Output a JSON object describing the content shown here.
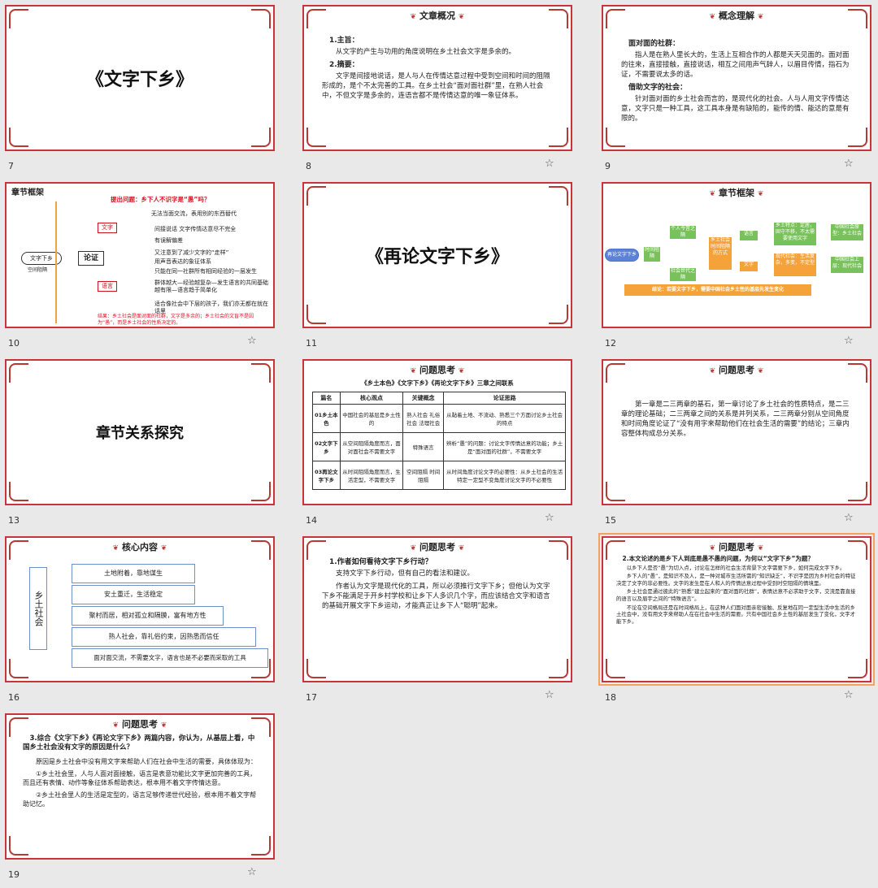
{
  "slides": [
    {
      "num": "7",
      "title": "《文字下乡》"
    },
    {
      "num": "8",
      "header": "文章概况",
      "h1": "1.主旨：",
      "p1": "从文字的产生与功用的角度说明在乡土社会文字是多余的。",
      "h2": "2.摘要：",
      "p2": "文字是间接地说话，是人与人在传情达意过程中受到空间和时间的阻隔形成的，是个不太完善的工具。在乡土社会“面对面社群”里，在熟人社会中，不但文字是多余的，连语言都不是传情达意的唯一象征体系。"
    },
    {
      "num": "9",
      "header": "概念理解",
      "h1": "面对面的社群：",
      "p1": "指人是在熟人里长大的，生活上互相合作的人都是天天见面的。面对面的往来，直接接触，直接说话，相互之间用声气辞人，以眉目传情，指石为证，不需要说太多的话。",
      "h2": "借助文字的社会：",
      "p2": "针对面对面的乡土社会而言的，是现代化的社会。人与人用文字传情达意，文字只是一种工具，这工具本身是有缺陷的，能传的情、能达的意是有限的。"
    },
    {
      "num": "10",
      "header": "章节框架",
      "question": "提出问题：乡下人不识字是“愚”吗？",
      "root": "文字下乡",
      "root_sub": "空间阻隔",
      "center": "论证",
      "b1": "文字",
      "b2": "语言",
      "l1": "无法当面交流，表用别的东西替代",
      "l2": "间接说话 文字传情达意尽不完全",
      "l3": "有误解偏差",
      "l4": "又注意到了减少文字的“走样”",
      "l5": "用声音表达的象征体系",
      "l6": "只能在同一社群所有相同经验的一层发生",
      "l7": "群体越大—经验越复杂—发生语言的共同基础越有限—语言趋于简单化",
      "l8": "适合像社会中下层的孩子，我们亦无都在就在话里",
      "conclusion": "结果：乡土社会是面对面的社群，文字是多余的；乡土社会的文盲不是因为“愚”，而是乡土社会的性质决定的。"
    },
    {
      "num": "11",
      "title": "《再论文字下乡》"
    },
    {
      "num": "12",
      "header": "章节框架",
      "start": "再论文字下乡",
      "n1": "时间阻隔",
      "n2": "个人今昔之隔",
      "n3": "社会世代之隔",
      "n4": "乡土社会时间阻隔的方式",
      "n5": "语言",
      "n6": "文字",
      "n7": "乡土特点：定居，固守不移，不太需要使用文字",
      "n8": "现代社会：生活复杂，多变，不定型",
      "n9": "中国社会原型：乡土社会",
      "n10": "中国社会上层：现代社会",
      "bottom": "结论：若要文字下乡，需要中国社会乡土性的基层先发生变化"
    },
    {
      "num": "13",
      "title": "章节关系探究"
    },
    {
      "num": "14",
      "header": "问题思考",
      "table_title": "《乡土本色》《文字下乡》《再论文字下乡》三章之间联系",
      "cols": [
        "篇名",
        "核心观点",
        "关键概念",
        "论证思路"
      ],
      "rows": [
        [
          "01乡土本色",
          "中国社会的基层是乡土性的",
          "熟人社会 礼俗社会 法理社会",
          "从黏着土地、不流动、熟悉三个方面讨论乡土社会的特点"
        ],
        [
          "02文字下乡",
          "从空间阻隔角度而言，面对面社会不需要文字",
          "特殊语言",
          "辨析“愚”的问题：讨论文字传情达意的功能；乡土是“面对面的社群”，不需要文字"
        ],
        [
          "03再论文字下乡",
          "从时间阻隔角度而言，生活定型，不需要文字",
          "空间阻隔 时间阻隔",
          "从时间角度讨论文字的必要性：从乡土社会的生活特定一定型不变角度讨论文字的不必要性"
        ]
      ]
    },
    {
      "num": "15",
      "header": "问题思考",
      "p1": "第一章是二三两章的基石，第一章讨论了乡土社会的性质特点，是二三章的理论基础；二三两章之间的关系是并列关系，二三两章分别从空间角度和时间角度论证了“没有用字来帮助他们在社会生活的需要”的结论；三章内容整体构成总分关系。"
    },
    {
      "num": "16",
      "header": "核心内容",
      "left": "乡土社会",
      "items": [
        "土地附着，靠地谋生",
        "安土重迁，生活稳定",
        "聚村而居，相对孤立和隔膜，富有地方性",
        "熟人社会，靠礼俗约束，因熟悉而信任",
        "面对面交流，不需要文字，语言也是不必要而采取的工具"
      ]
    },
    {
      "num": "17",
      "header": "问题思考",
      "h1": "1.作者如何看待文字下乡行动？",
      "p1": "支持文字下乡行动，但有自己的看法和建议。",
      "p2": "作者认为文字是现代化的工具，所以必须推行文字下乡；但他认为文字下乡不能满足于开乡村学校和让乡下人多识几个字，而应该结合文字和语言的基础开展文字下乡运动，才能真正让乡下人“聪明”起来。"
    },
    {
      "num": "18",
      "header": "问题思考",
      "h1": "2.本文论述的是乡下人到底是愚不愚的问题，为何以“文字下乡”为题？",
      "p1": "以乡下人是否“愚”为切入点，讨论在怎样的社会生活背景下文字需要下乡，如何完成文字下乡。",
      "p2": "乡下人的“愚”，是知识不及人，是一种对城市生活所需的“知识缺乏”，不识字是因为乡村社会的特征决定了文字的非必要性。文字的发生是在人和人的传情达意过程中受到时空阻隔的情境里。",
      "p3": "乡土社会是通过彼此的“熟悉”建立起来的“面对面的社群”，表情达意不必求助于文字，交流是靠直接的语言以及眉宇之间的“特殊语言”。",
      "p4": "不论在空间格局还是在时间格局上，在这种人们面对面亲密接触、反复地在同一定型生活中生活的乡土社会中，没有用文字来帮助人在在社会中生活的需要。只有中国社会乡土性的基层发生了变化，文字才能下乡。"
    },
    {
      "num": "19",
      "header": "问题思考",
      "h1": "3.综合《文字下乡》《再论文字下乡》两篇内容，你认为，从基层上看，中国乡土社会没有文字的原因是什么？",
      "p1": "原因是乡土社会中没有用文字来帮助人们在社会中生活的需要，具体体现为：",
      "p2": "①乡土社会里，人与人面对面接触，语言是表意功能比文字更加完善的工具，而且还有表情、动作等象征体系帮助表达，根本用不着文字传情达意。",
      "p3": "②乡土社会里人的生活是定型的，语言足够传递世代经验，根本用不着文字帮助记忆。"
    }
  ],
  "icons": {
    "star": "☆",
    "ornament": "❦"
  }
}
